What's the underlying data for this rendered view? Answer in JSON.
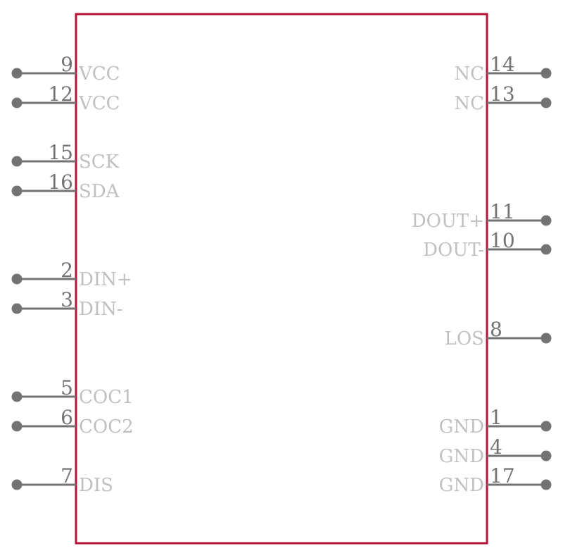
{
  "colors": {
    "body_outline": "#b5123a",
    "pin": "#737373",
    "pin_name": "#c0c0c0"
  },
  "left_pins": [
    {
      "number": "9",
      "name": "VCC"
    },
    {
      "number": "12",
      "name": "VCC"
    },
    {
      "number": "15",
      "name": "SCK"
    },
    {
      "number": "16",
      "name": "SDA"
    },
    {
      "number": "2",
      "name": "DIN+"
    },
    {
      "number": "3",
      "name": "DIN-"
    },
    {
      "number": "5",
      "name": "COC1"
    },
    {
      "number": "6",
      "name": "COC2"
    },
    {
      "number": "7",
      "name": "DIS"
    }
  ],
  "right_pins": [
    {
      "number": "14",
      "name": "NC"
    },
    {
      "number": "13",
      "name": "NC"
    },
    {
      "number": "11",
      "name": "DOUT+"
    },
    {
      "number": "10",
      "name": "DOUT-"
    },
    {
      "number": "8",
      "name": "LOS"
    },
    {
      "number": "1",
      "name": "GND"
    },
    {
      "number": "4",
      "name": "GND"
    },
    {
      "number": "17",
      "name": "GND"
    }
  ]
}
